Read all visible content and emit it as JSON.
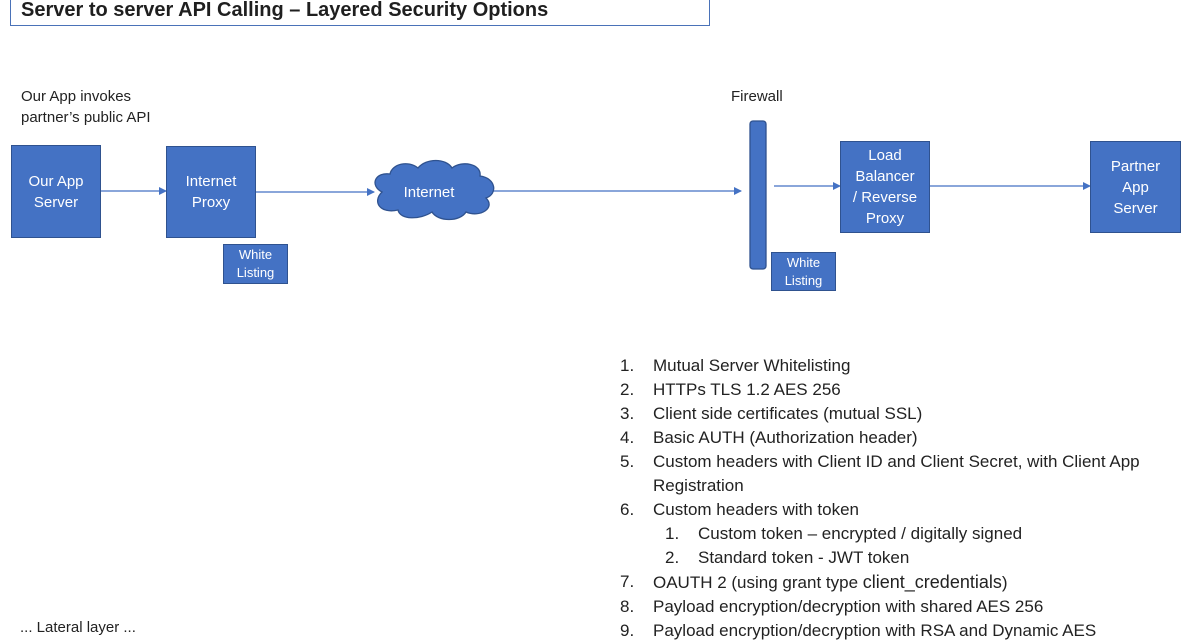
{
  "title": "Server to server API Calling – Layered Security Options",
  "captions": {
    "our_app_invokes_line1": "Our App invokes",
    "our_app_invokes_line2": "partner’s public API",
    "firewall": "Firewall"
  },
  "nodes": {
    "our_app_server": [
      "Our App",
      "Server"
    ],
    "internet_proxy": [
      "Internet",
      "Proxy"
    ],
    "white_listing_proxy": [
      "White",
      "Listing"
    ],
    "internet": "Internet",
    "white_listing_firewall": [
      "White",
      "Listing"
    ],
    "load_balancer": [
      "Load",
      "Balancer",
      "/ Reverse",
      "Proxy"
    ],
    "partner_app_server": [
      "Partner",
      "App",
      "Server"
    ]
  },
  "steps": [
    {
      "num": "1.",
      "text": "Mutual Server  Whitelisting"
    },
    {
      "num": "2.",
      "text": "HTTPs TLS 1.2 AES 256"
    },
    {
      "num": "3.",
      "text": "Client side certificates (mutual SSL)"
    },
    {
      "num": "4.",
      "text": "Basic AUTH  (Authorization header)"
    },
    {
      "num": "5.",
      "text": "Custom headers with Client ID and Client Secret, with Client App Registration"
    },
    {
      "num": "6.",
      "text": "Custom headers with token"
    },
    {
      "num": "1.",
      "text": "Custom token – encrypted / digitally signed",
      "sub": true
    },
    {
      "num": "2.",
      "text": "Standard token - JWT token",
      "sub": true
    },
    {
      "num": "7.",
      "text": "OAUTH 2 (using grant type ",
      "emph": "client_credentials",
      "after": ")"
    },
    {
      "num": "8.",
      "text": "Payload encryption/decryption  with shared AES 256"
    },
    {
      "num": "9.",
      "text": "Payload encryption/decryption with RSA and Dynamic AES"
    }
  ],
  "bottom_fragment": "... Lateral layer ..."
}
